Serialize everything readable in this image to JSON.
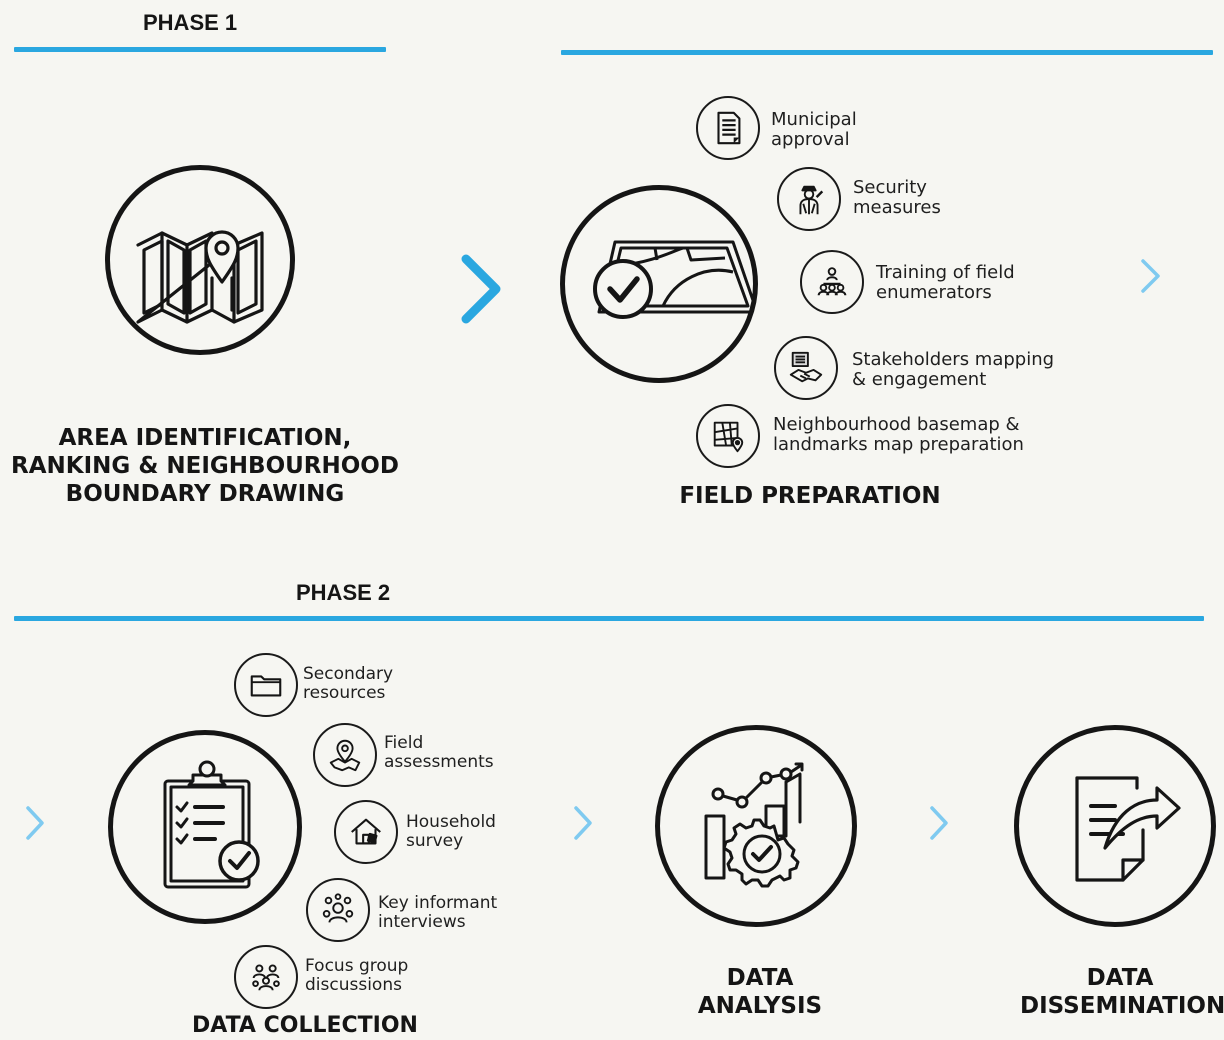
{
  "phase1": {
    "label": "PHASE 1",
    "area_heading": [
      "AREA IDENTIFICATION,",
      "RANKING & NEIGHBOURHOOD",
      "BOUNDARY DRAWING"
    ],
    "field_heading": "FIELD PREPARATION",
    "field_items": [
      {
        "icon": "document-icon",
        "lines": [
          "Municipal",
          "approval"
        ]
      },
      {
        "icon": "security-guard-icon",
        "lines": [
          "Security",
          "measures"
        ]
      },
      {
        "icon": "training-group-icon",
        "lines": [
          "Training of field",
          "enumerators"
        ]
      },
      {
        "icon": "handshake-icon",
        "lines": [
          "Stakeholders mapping",
          "& engagement"
        ]
      },
      {
        "icon": "basemap-icon",
        "lines": [
          "Neighbourhood basemap &",
          "landmarks map preparation"
        ]
      }
    ]
  },
  "phase2": {
    "label": "PHASE 2",
    "collection_heading": "DATA COLLECTION",
    "collection_items": [
      {
        "icon": "folder-icon",
        "lines": [
          "Secondary",
          "resources"
        ]
      },
      {
        "icon": "map-pin-icon",
        "lines": [
          "Field",
          "assessments"
        ]
      },
      {
        "icon": "house-icon",
        "lines": [
          "Household",
          "survey"
        ]
      },
      {
        "icon": "interview-icon",
        "lines": [
          "Key informant",
          "interviews"
        ]
      },
      {
        "icon": "focus-group-icon",
        "lines": [
          "Focus group",
          "discussions"
        ]
      }
    ],
    "analysis_heading": [
      "DATA",
      "ANALYSIS"
    ],
    "dissemination_heading": [
      "DATA",
      "DISSEMINATION"
    ]
  },
  "colors": {
    "accent": "#2aa7e0",
    "ink": "#151515",
    "background": "#f6f6f2"
  }
}
